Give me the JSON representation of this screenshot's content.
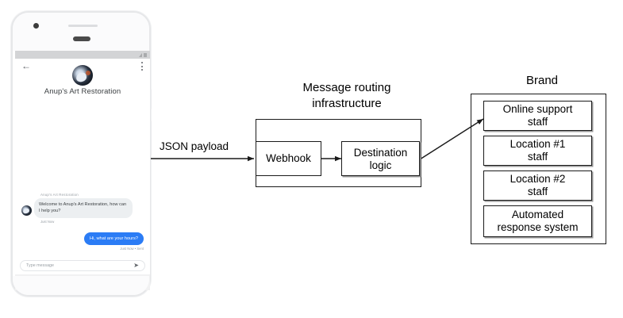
{
  "phone": {
    "status_bar": {
      "signal_icon": "signal-triangle-icon",
      "battery_icon": "battery-icon"
    },
    "app_bar": {
      "back_icon": "back-arrow-icon",
      "overflow_icon": "overflow-menu-icon",
      "avatar_icon": "business-avatar-icon",
      "business_name": "Anup's Art Restoration"
    },
    "conversation": [
      {
        "direction": "incoming",
        "sender": "Anup's Art Restoration",
        "text": "Welcome to Anup's Art Restoration, how can I help you?",
        "timestamp": "Just Now"
      },
      {
        "direction": "outgoing",
        "text": "Hi, what are your hours?",
        "timestamp": "Just Now • Sent"
      }
    ],
    "composer": {
      "placeholder": "Type message",
      "send_icon": "send-icon"
    },
    "nav_bar": {
      "back_icon": "nav-back-icon",
      "home_icon": "nav-home-pill-icon"
    }
  },
  "diagram": {
    "edge_labels": {
      "json_payload": "JSON payload"
    },
    "routing": {
      "title_line1": "Message routing",
      "title_line2": "infrastructure",
      "webhook": "Webhook",
      "destination_line1": "Destination",
      "destination_line2": "logic"
    },
    "brand": {
      "title": "Brand",
      "items": [
        {
          "line1": "Online support",
          "line2": "staff"
        },
        {
          "line1": "Location #1",
          "line2": "staff"
        },
        {
          "line1": "Location #2",
          "line2": "staff"
        },
        {
          "line1": "Automated",
          "line2": "response system"
        }
      ]
    }
  },
  "colors": {
    "outgoing_bubble": "#2b7cf5",
    "incoming_bubble": "#eceff1",
    "stroke": "#1a1a1a",
    "box_shadow": "#9a9a9a"
  }
}
